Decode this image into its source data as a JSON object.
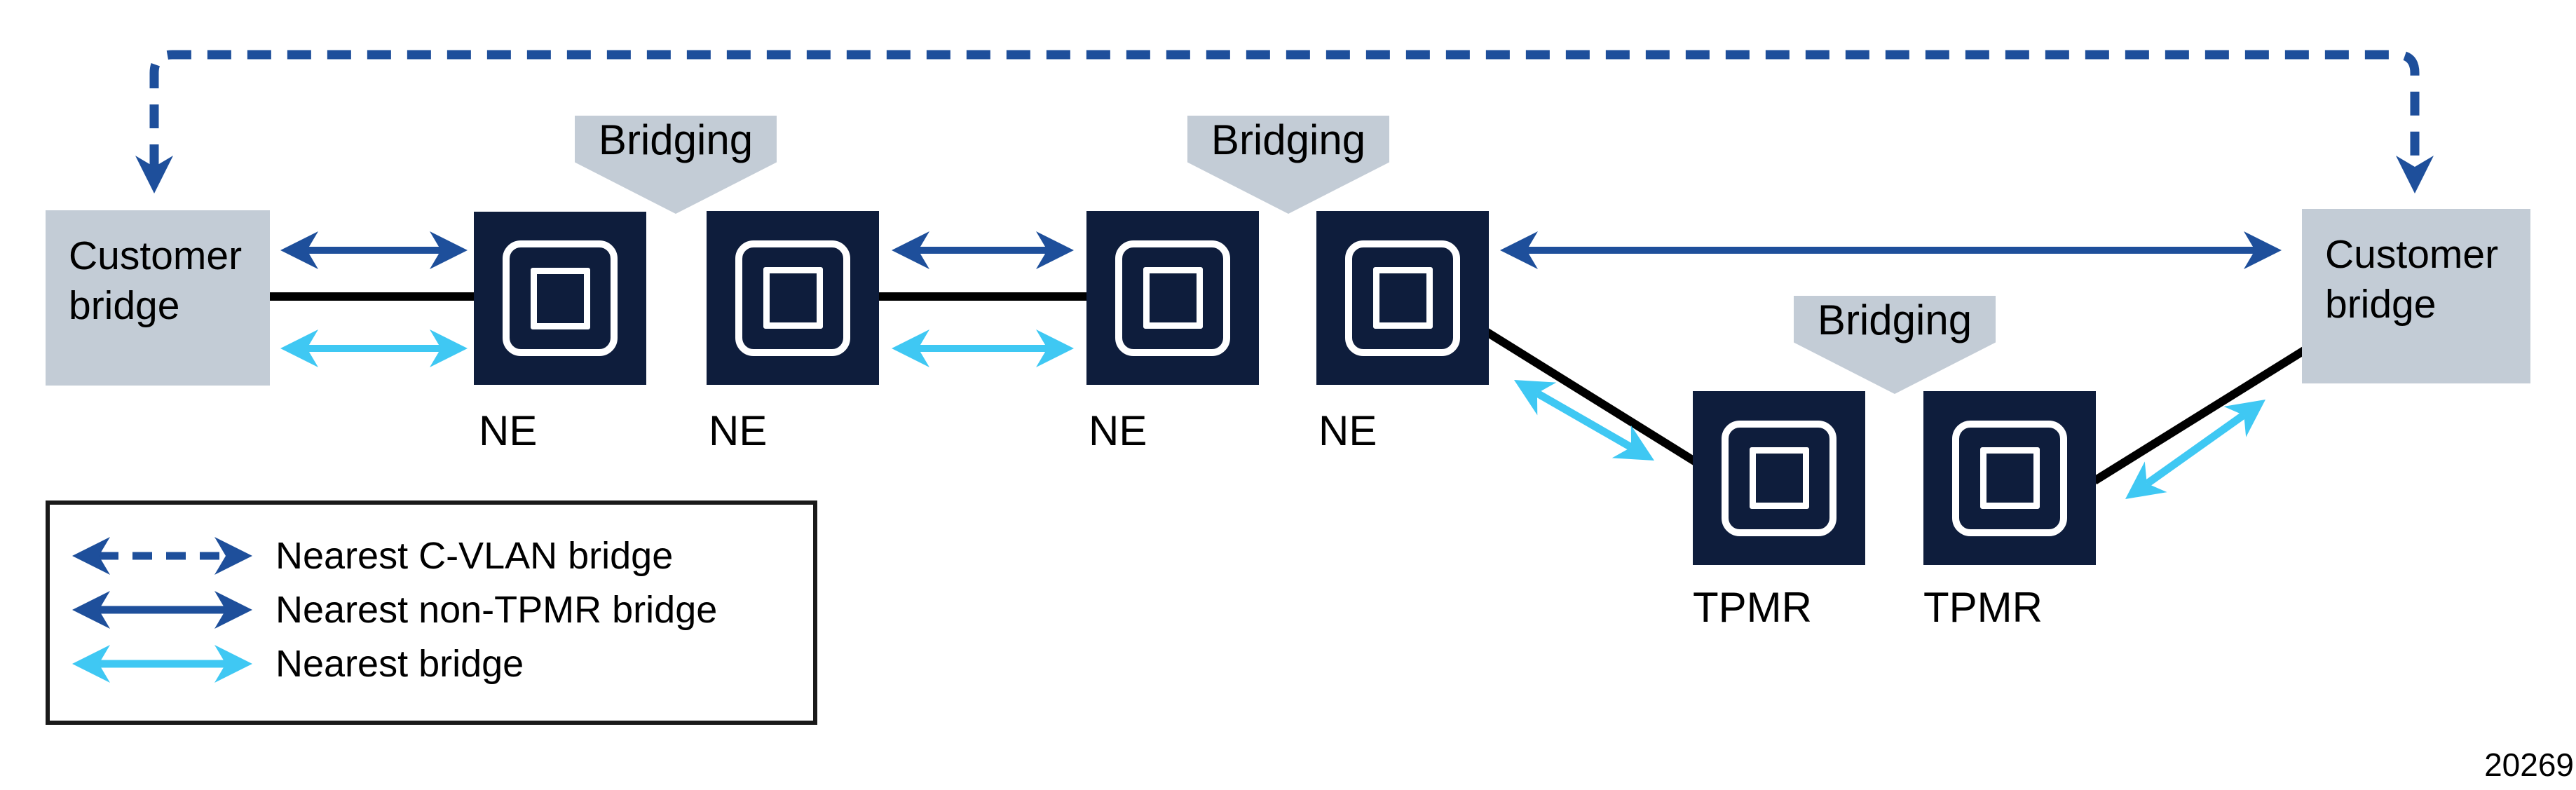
{
  "figure": {
    "number": "20269",
    "colors": {
      "node_navy": "#0e1d3c",
      "arrow_blue": "#1e4f9b",
      "arrow_cyan": "#3fc8f3",
      "box_gray": "#c3ccd6",
      "line_black": "#000000"
    },
    "nodes": {
      "customer_bridge_left": "Customer bridge",
      "customer_bridge_right": "Customer bridge",
      "ne_labels": [
        "NE",
        "NE",
        "NE",
        "NE"
      ],
      "tpmr_labels": [
        "TPMR",
        "TPMR"
      ],
      "bridging_callouts": [
        "Bridging",
        "Bridging",
        "Bridging"
      ]
    },
    "legend": {
      "items": [
        {
          "icon": "dashed-double-arrow-icon",
          "color": "#1e4f9b",
          "label": "Nearest C-VLAN bridge"
        },
        {
          "icon": "solid-double-arrow-icon",
          "color": "#1e4f9b",
          "label": "Nearest non-TPMR bridge"
        },
        {
          "icon": "solid-double-arrow-icon",
          "color": "#3fc8f3",
          "label": "Nearest bridge"
        }
      ]
    }
  }
}
